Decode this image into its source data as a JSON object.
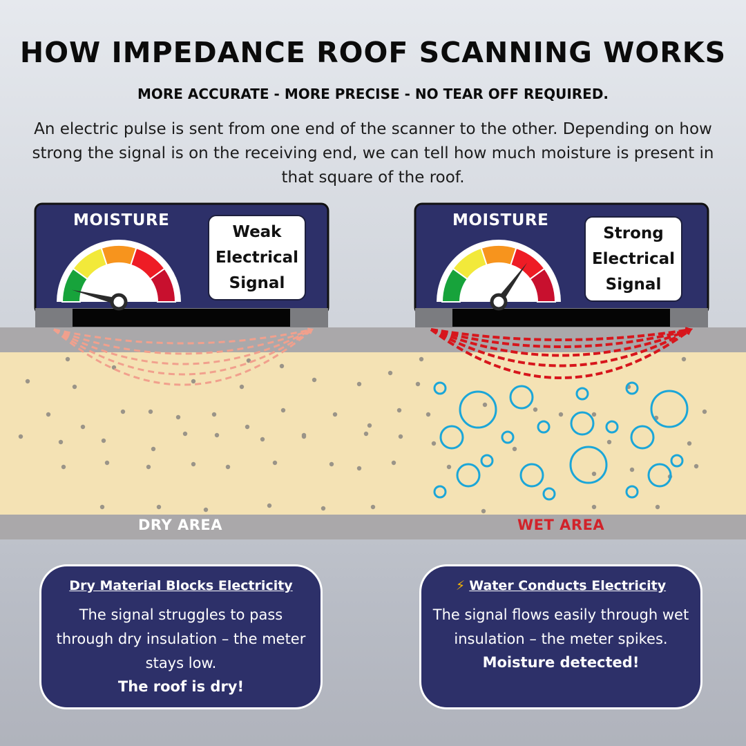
{
  "header": {
    "title": "HOW IMPEDANCE ROOF SCANNING WORKS",
    "subtitle": "MORE ACCURATE - MORE PRECISE - NO TEAR OFF REQUIRED.",
    "intro": "An electric pulse is sent from one end of the scanner to the other. Depending on how strong the signal is on the receiving end, we can tell how much moisture is present in that square of the roof."
  },
  "scanners": [
    {
      "meter_label": "MOISTURE",
      "signal_lines": [
        "Weak",
        "Electrical",
        "Signal"
      ],
      "needle_level": 0.08
    },
    {
      "meter_label": "MOISTURE",
      "signal_lines": [
        "Strong",
        "Electrical",
        "Signal"
      ],
      "needle_level": 0.7
    }
  ],
  "areas": {
    "dry_label": "DRY AREA",
    "wet_label": "WET AREA"
  },
  "cards": [
    {
      "heading": "Dry Material Blocks Electricity",
      "body": "The signal struggles to pass through dry insulation – the meter stays low.",
      "conclusion": "The roof is dry!"
    },
    {
      "icon": "lightning-icon",
      "icon_glyph": "⚡",
      "heading": "Water Conducts Electricity",
      "body": "The signal flows easily through wet insulation – the meter spikes.",
      "conclusion": "Moisture detected!"
    }
  ],
  "colors": {
    "panel": "#2d3069",
    "gauge_green": "#17a33b",
    "gauge_yellow": "#f2e93a",
    "gauge_orange": "#f7941d",
    "gauge_red": "#ee1c25",
    "gauge_darkred": "#c8102e",
    "insulation": "#f4e2b4",
    "bubble": "#1ba6d8",
    "weak_signal": "#f1a08d",
    "strong_signal": "#d7161c",
    "wet_label": "#d1232a",
    "dry_label": "#ffffff"
  }
}
